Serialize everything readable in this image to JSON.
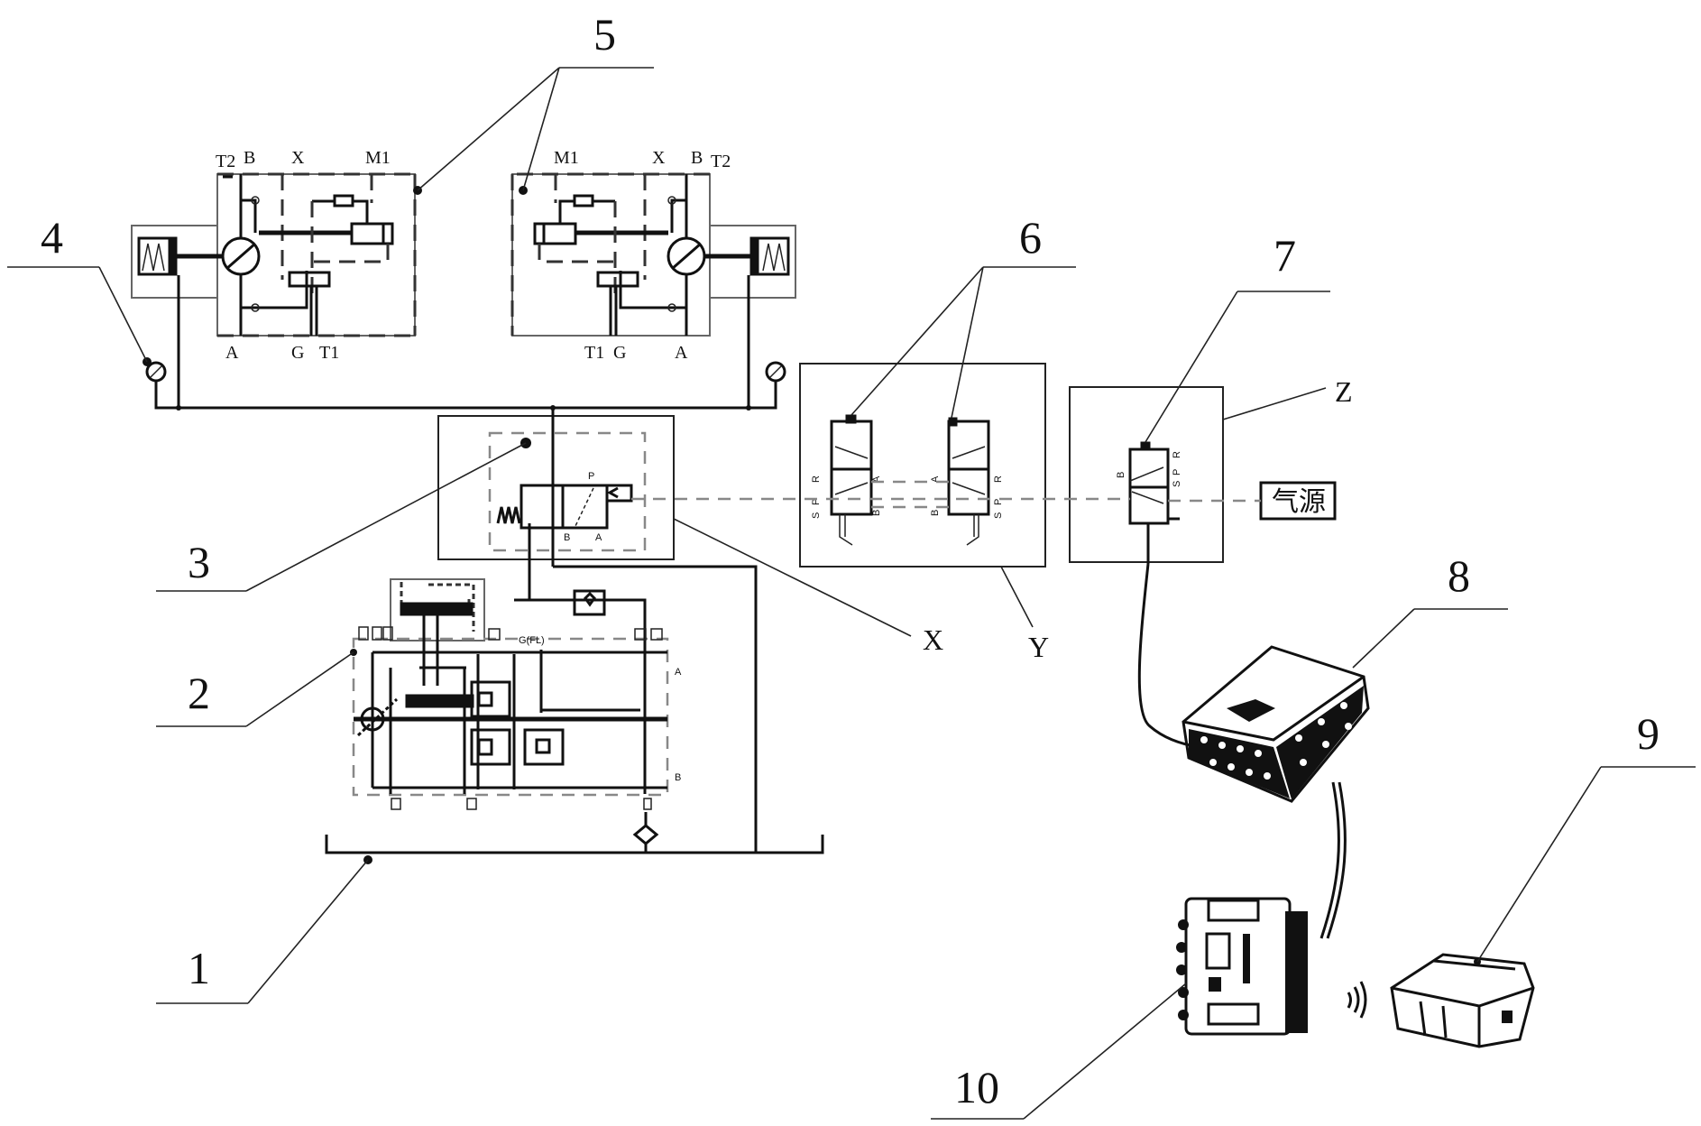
{
  "figure": {
    "type": "hydraulic-pneumatic-control-system-schematic",
    "reference_numerals": [
      "1",
      "2",
      "3",
      "4",
      "5",
      "6",
      "7",
      "8",
      "9",
      "10"
    ],
    "section_labels": [
      "X",
      "Y",
      "Z"
    ],
    "air_source_label": "气源",
    "motor_ports_left": {
      "t2": "T2",
      "b": "B",
      "x": "X",
      "m1": "M1",
      "a": "A",
      "g": "G",
      "t1": "T1"
    },
    "motor_ports_right": {
      "m1": "M1",
      "x": "X",
      "b": "B",
      "t2": "T2",
      "t1": "T1",
      "g": "G",
      "a": "A"
    },
    "valve3_ports": {
      "p": "P",
      "b": "B",
      "a": "A"
    },
    "valve6_ports": {
      "r": "R",
      "p": "P",
      "s": "S",
      "a": "A",
      "b": "B"
    },
    "valve7_ports": {
      "r": "R",
      "p": "P",
      "s": "S",
      "b": "B"
    },
    "pump_unit_labels": {
      "port_a": "A",
      "port_b": "B",
      "gauge": "G(FL)"
    }
  },
  "components": [
    {
      "id": "1",
      "name": "hydraulic oil tank"
    },
    {
      "id": "2",
      "name": "pump station / valve block"
    },
    {
      "id": "3",
      "name": "pneumatic-controlled directional valve"
    },
    {
      "id": "4",
      "name": "pressure gauge"
    },
    {
      "id": "5",
      "name": "hydraulic motor with brake"
    },
    {
      "id": "6",
      "name": "manual pneumatic valves"
    },
    {
      "id": "7",
      "name": "electro-pneumatic valve"
    },
    {
      "id": "8",
      "name": "explosion-proof junction box"
    },
    {
      "id": "9",
      "name": "wireless remote controller"
    },
    {
      "id": "10",
      "name": "explosion-proof control box"
    }
  ]
}
